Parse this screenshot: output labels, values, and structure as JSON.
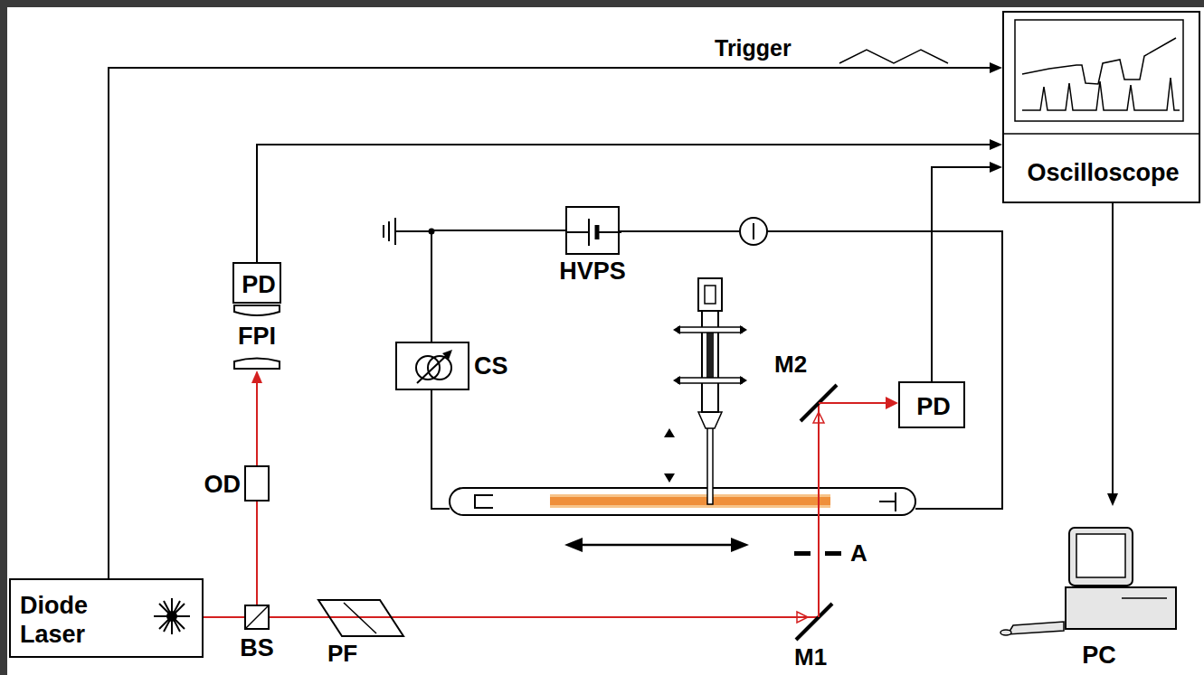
{
  "diagram": {
    "nodes": [
      {
        "text": [
          "Oscilloscope"
        ]
      },
      {
        "text": [
          "HVPS"
        ]
      },
      {
        "text": [
          "PD"
        ]
      },
      {
        "text": [
          "FPI"
        ]
      },
      {
        "text": [
          "CS"
        ]
      },
      {
        "text": [
          "PD"
        ]
      },
      {
        "text": [
          "OD"
        ]
      },
      {
        "text": [
          "PC"
        ]
      },
      {
        "text": [
          "Diode Laser"
        ]
      },
      {
        "text": [
          "BS"
        ]
      }
    ],
    "edges": [
      {
        "from": 8,
        "to": 0,
        "arrow": "to",
        "label": "Trigger"
      },
      {
        "from": 2,
        "to": 0,
        "arrow": "to"
      },
      {
        "from": 5,
        "to": 0,
        "arrow": "to"
      },
      {
        "from": 0,
        "to": 7,
        "arrow": "to"
      },
      {
        "from": 8,
        "to": 9,
        "arrow": "none"
      },
      {
        "from": 9,
        "to": 6,
        "arrow": "none"
      },
      {
        "from": 6,
        "to": 3,
        "arrow": "to"
      },
      {
        "from": 1,
        "to": 4,
        "arrow": "none"
      }
    ],
    "labels": [
      "PF",
      "M1",
      "M2",
      "A"
    ]
  }
}
